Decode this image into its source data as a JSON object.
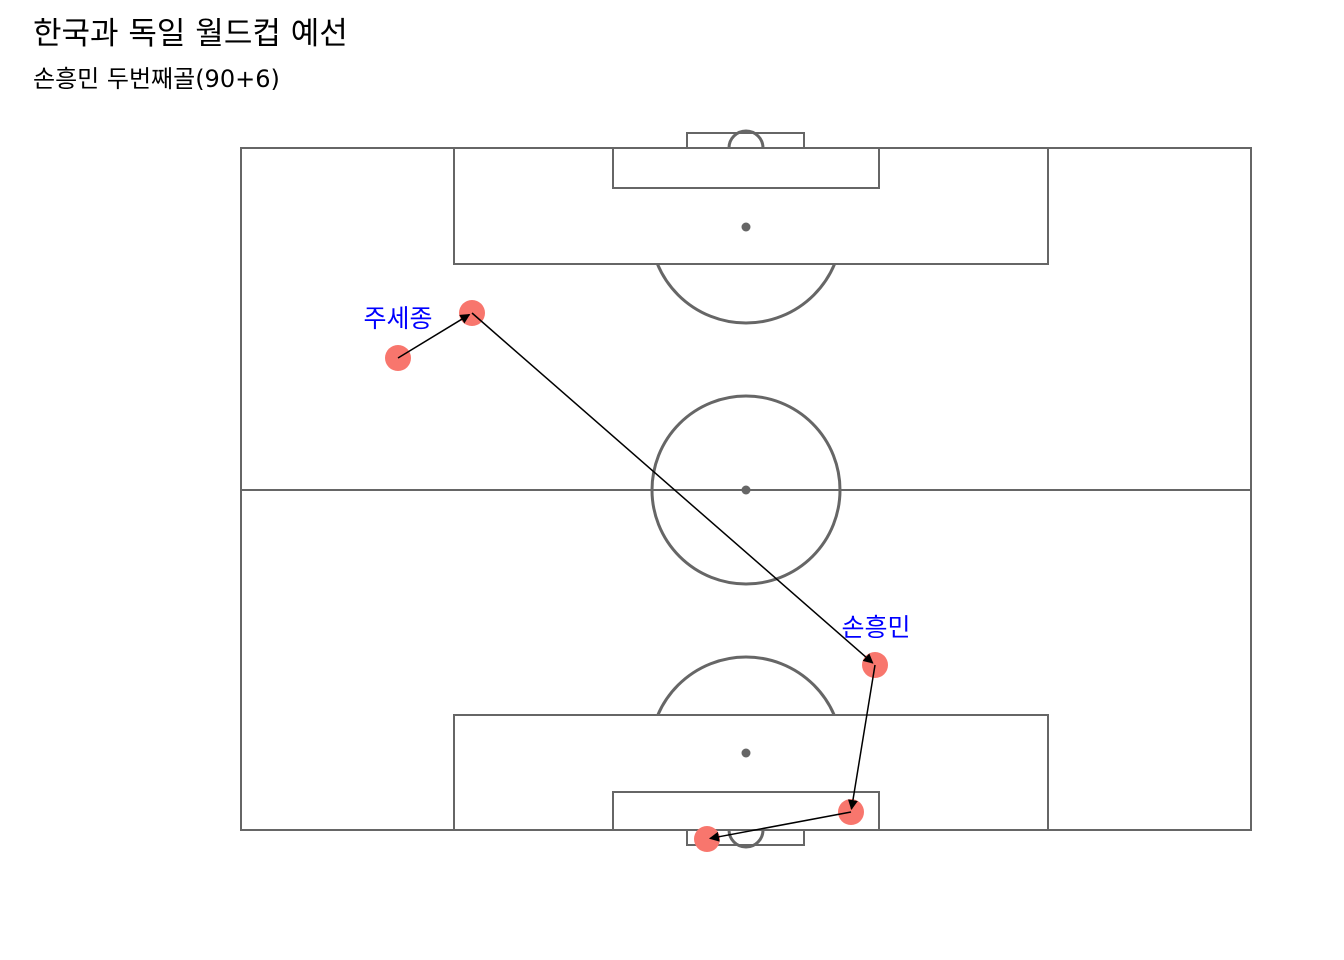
{
  "title": "한국과 독일 월드컵 예선",
  "subtitle": "손흥민 두번째골(90+6)",
  "colors": {
    "player": "#f8766d",
    "label": "#0000ff",
    "pitch_lines": "#666666",
    "pass": "#000000"
  },
  "players": [
    {
      "id": "p1",
      "label": ""
    },
    {
      "id": "p2",
      "label": "주세종"
    },
    {
      "id": "p3",
      "label": "손흥민"
    },
    {
      "id": "p4",
      "label": ""
    },
    {
      "id": "p5",
      "label": ""
    }
  ],
  "passes": [
    {
      "from": "p1",
      "to": "p2"
    },
    {
      "from": "p2",
      "to": "p3"
    },
    {
      "from": "p3",
      "to": "p4"
    },
    {
      "from": "p4",
      "to": "p5"
    }
  ]
}
